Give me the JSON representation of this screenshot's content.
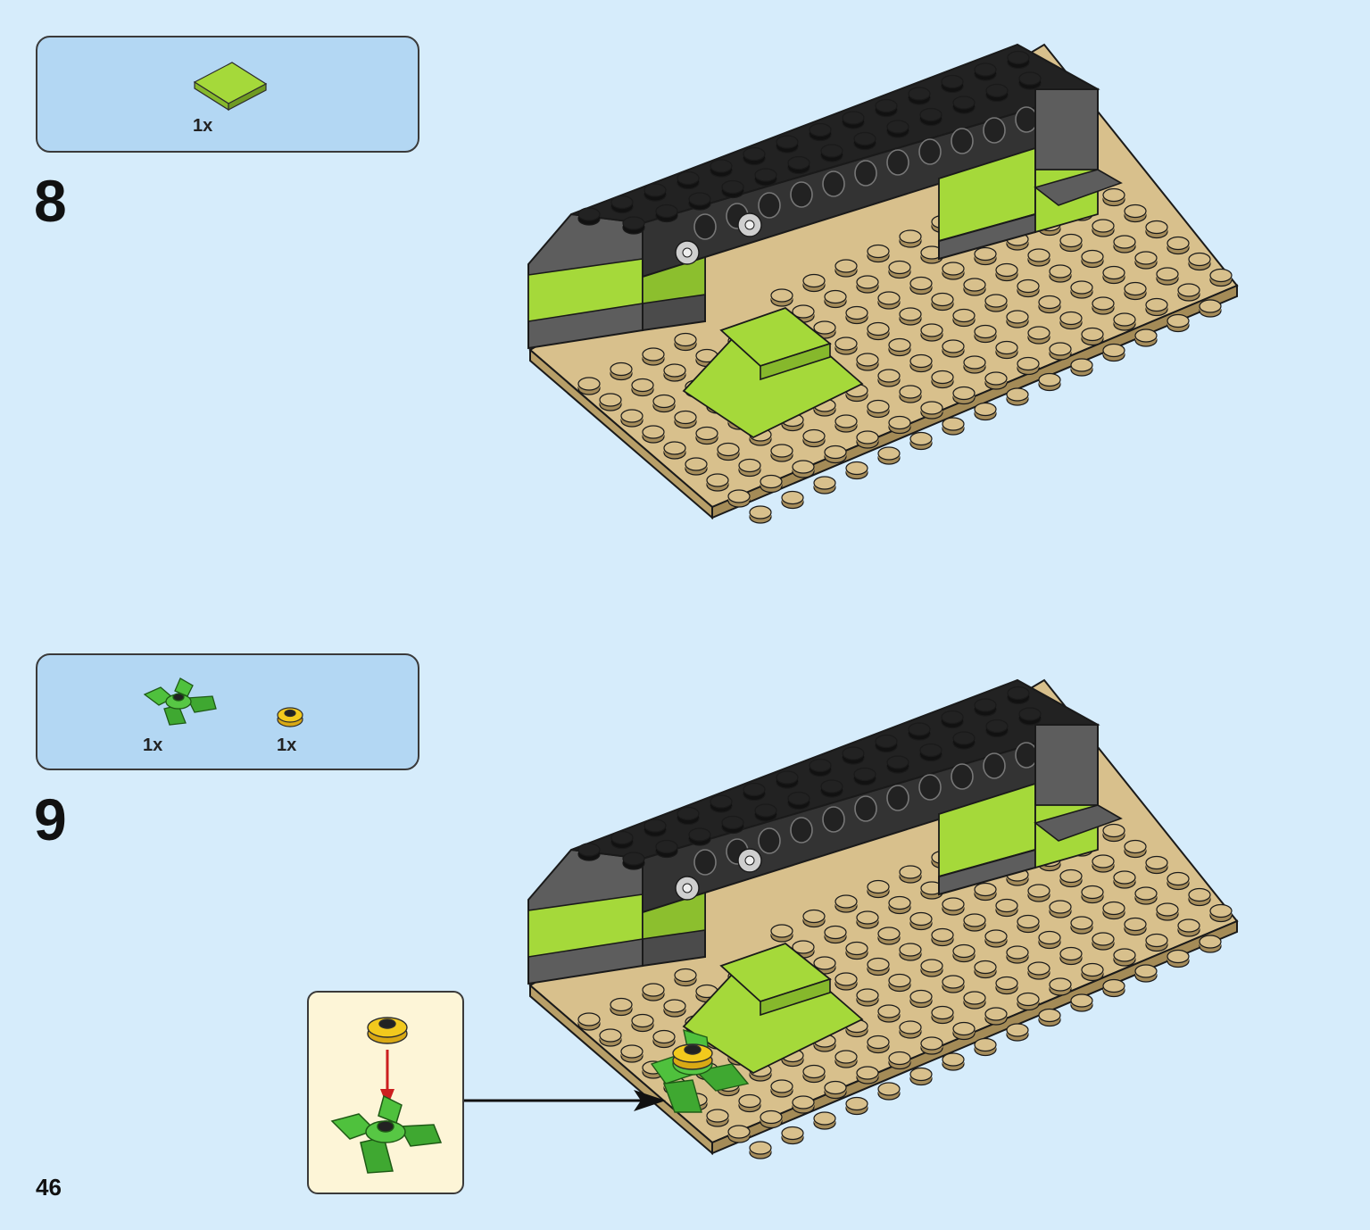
{
  "page_number": "46",
  "steps": [
    {
      "number": "8",
      "parts": [
        {
          "name": "lime-tile-2x2",
          "quantity": "1x",
          "color": "#a5d93a"
        }
      ]
    },
    {
      "number": "9",
      "parts": [
        {
          "name": "green-leaf-plate",
          "quantity": "1x",
          "color": "#4fc13d"
        },
        {
          "name": "yellow-flower-round-plate",
          "quantity": "1x",
          "color": "#f2c91d"
        }
      ]
    }
  ],
  "colors": {
    "background": "#d6ecfb",
    "parts_box": "#b3d7f3",
    "callout": "#fdf5d7",
    "baseplate": "#d8c08c",
    "dark_grey": "#5d5d5d",
    "black": "#222222",
    "lime": "#a5d93a",
    "green": "#4fc13d",
    "yellow": "#f2c91d",
    "arrow_red": "#cc1f1f"
  }
}
